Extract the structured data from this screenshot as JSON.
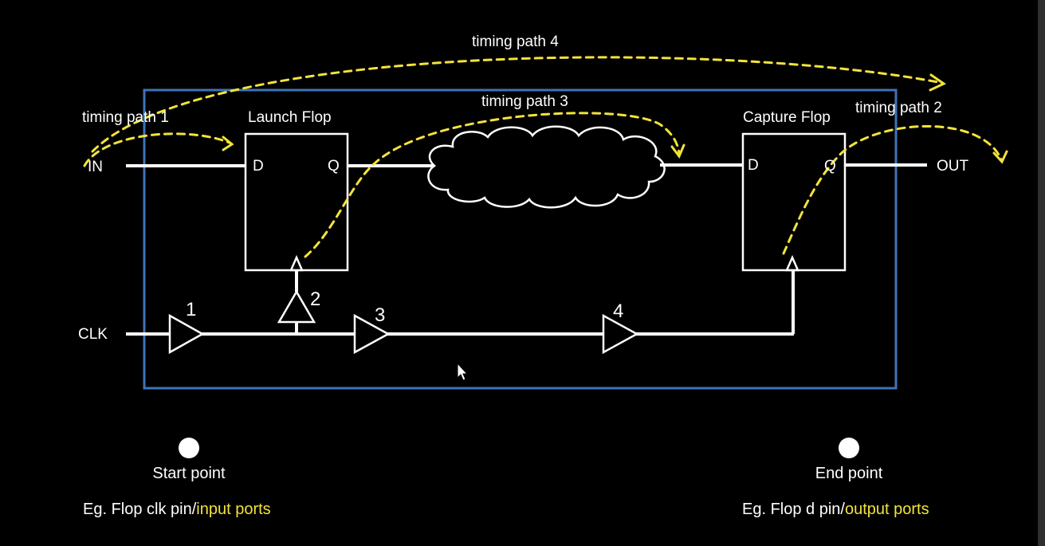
{
  "colors": {
    "background": "#000000",
    "wire": "#ffffff",
    "boundary_box": "#3f74b8",
    "timing_path": "#f2e33b",
    "highlight_text": "#f2e33b"
  },
  "labels": {
    "timing_path_1": "timing path 1",
    "timing_path_2": "timing path 2",
    "timing_path_3": "timing path 3",
    "timing_path_4": "timing path 4",
    "launch_flop": "Launch Flop",
    "capture_flop": "Capture Flop",
    "in_port": "IN",
    "out_port": "OUT",
    "clk_port": "CLK",
    "launch_d": "D",
    "launch_q": "Q",
    "capture_d": "D",
    "capture_q": "Q",
    "buffer_1": "1",
    "buffer_2": "2",
    "buffer_3": "3",
    "buffer_4": "4"
  },
  "legend": {
    "start_title": "Start point",
    "start_desc_prefix": "Eg. Flop clk pin/",
    "start_desc_highlight": "input ports",
    "end_title": "End point",
    "end_desc_prefix": "Eg. Flop d pin/",
    "end_desc_highlight": "output ports"
  }
}
